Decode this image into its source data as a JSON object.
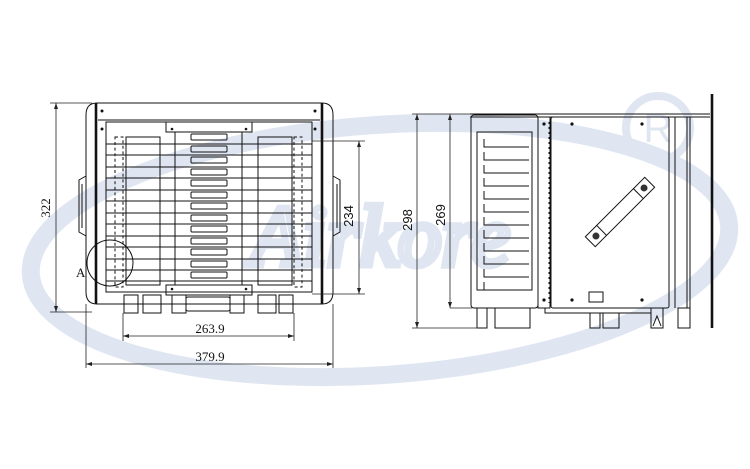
{
  "drawing": {
    "type": "technical-dimension-drawing",
    "watermark": {
      "text": "Airkore",
      "symbol": "®",
      "color": "#dfe6f2"
    },
    "front_view": {
      "label_detail": "A",
      "dimensions": {
        "overall_height": "322",
        "inner_height": "234",
        "base_width": "263.9",
        "overall_width": "379.9"
      },
      "louver_count": 13
    },
    "side_view": {
      "dimensions": {
        "overall_height": "298",
        "body_height": "269"
      },
      "louver_count": 12
    }
  },
  "colors": {
    "line": "#111111",
    "watermark": "#dfe6f2",
    "background": "#ffffff"
  }
}
